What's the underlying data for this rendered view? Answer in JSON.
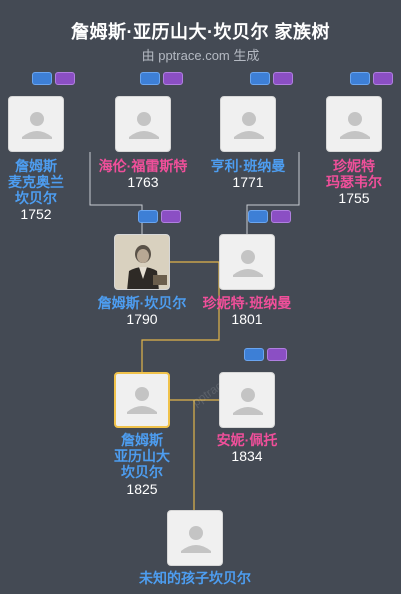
{
  "header": {
    "title": "詹姆斯·亚历山大·坎贝尔 家族树",
    "subtitle": "由 pptrace.com 生成"
  },
  "colors": {
    "background": "#444a54",
    "male": "#4d9df0",
    "female": "#f04f9a",
    "line": "#c8ccd2",
    "highlight_line": "#e0b54a",
    "selected_border": "#f0c24b"
  },
  "watermark": "pptrace",
  "people": {
    "james_mckeon": {
      "name": "詹姆斯\n麦克奥兰\n坎贝尔",
      "year": "1752",
      "gender": "male"
    },
    "helen": {
      "name": "海伦·福雷斯特",
      "year": "1763",
      "gender": "female"
    },
    "henry": {
      "name": "亨利·班纳曼",
      "year": "1771",
      "gender": "male"
    },
    "janet_m": {
      "name": "珍妮特\n玛瑟韦尔",
      "year": "1755",
      "gender": "female"
    },
    "james_c": {
      "name": "詹姆斯·坎贝尔",
      "year": "1790",
      "gender": "male",
      "photo": "portrait"
    },
    "janet_b": {
      "name": "珍妮特·班纳曼",
      "year": "1801",
      "gender": "female"
    },
    "james_alex": {
      "name": "詹姆斯\n亚历山大\n坎贝尔",
      "year": "1825",
      "gender": "male",
      "selected": true
    },
    "annie": {
      "name": "安妮·佩托",
      "year": "1834",
      "gender": "female"
    },
    "child": {
      "name": "未知的孩子坎贝尔",
      "year": "",
      "gender": "male"
    }
  }
}
